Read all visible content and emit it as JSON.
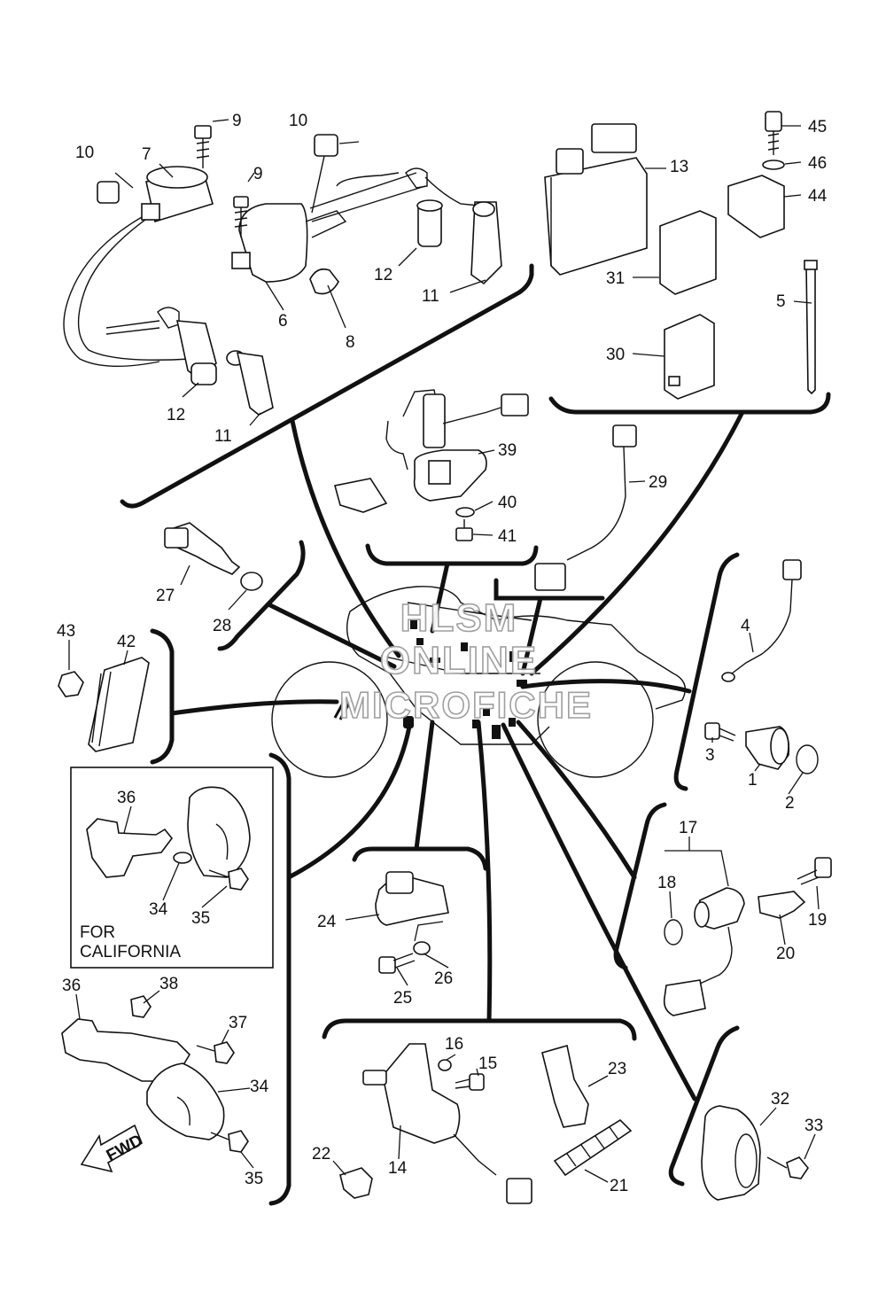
{
  "watermark": {
    "line1": "HLSM",
    "line2": "ONLINE",
    "line3": "MICROFICHE"
  },
  "california_box": {
    "line1": "FOR",
    "line2": "CALIFORNIA"
  },
  "fwd_arrow_label": "FWD",
  "callouts": [
    "1",
    "2",
    "3",
    "4",
    "5",
    "6",
    "7",
    "8",
    "9",
    "9",
    "10",
    "10",
    "11",
    "11",
    "12",
    "12",
    "13",
    "14",
    "15",
    "16",
    "17",
    "18",
    "19",
    "20",
    "21",
    "22",
    "23",
    "24",
    "25",
    "26",
    "27",
    "28",
    "29",
    "30",
    "31",
    "32",
    "33",
    "34",
    "34",
    "35",
    "35",
    "36",
    "36",
    "37",
    "38",
    "39",
    "40",
    "41",
    "42",
    "43",
    "44",
    "45",
    "46"
  ]
}
